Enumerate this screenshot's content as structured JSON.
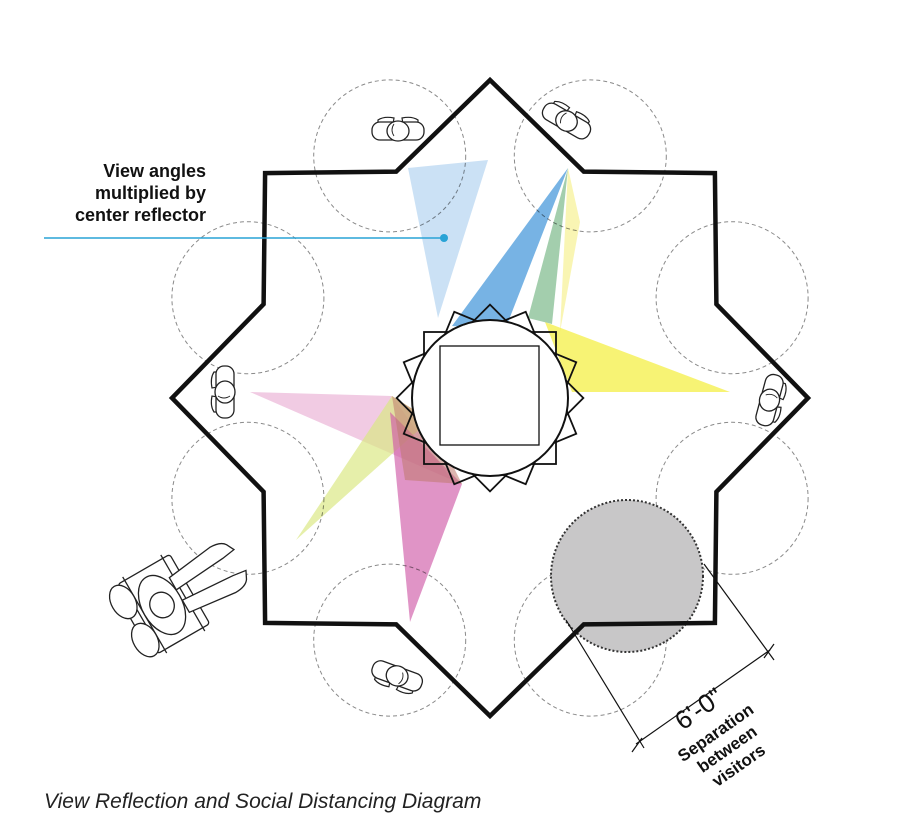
{
  "callout": {
    "line1": "View angles",
    "line2": "multiplied by",
    "line3": "center reflector",
    "color": "#29a3d6"
  },
  "dimension": {
    "value": "6'-0\"",
    "line1": "Separation",
    "line2": "between",
    "line3": "visitors"
  },
  "caption": "View Reflection and Social Distancing Diagram",
  "view_cone_colors": {
    "light_blue": "#a9cdee",
    "blue": "#3d93d8",
    "green": "#7cb98a",
    "yellow": "#f3ec2a",
    "pale_yellow": "#f7f2a0",
    "pink": "#e7a9d1",
    "magenta": "#d05aa8",
    "yellow_green": "#dbe886",
    "brown": "#c07a6e"
  },
  "distancing_circle_color": "#c8c7c8"
}
